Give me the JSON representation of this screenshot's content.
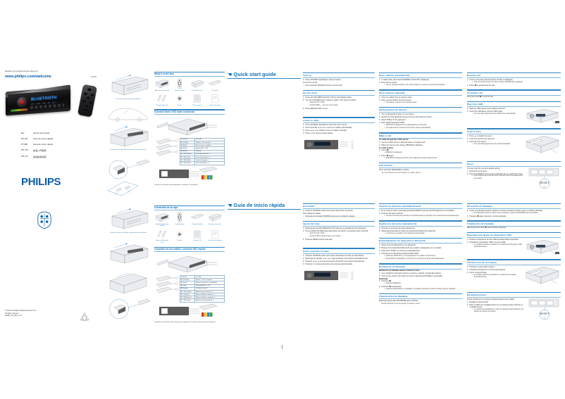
{
  "document": {
    "brand": "PHILIPS",
    "register_line": "Register your product and get support at",
    "website": "www.philips.com/welcome",
    "model": "CE152",
    "display_text": "BLUETOOTH",
    "display_sub": "MP3 · WMA · USB · SD · AUX",
    "copyright": [
      "© 2013 Koninklijke Philips Electronics N.V.",
      "All rights reserved.",
      "CE152_12_QSG_V1.0"
    ],
    "languages": [
      {
        "code": "EN",
        "name": "Quick start guide"
      },
      {
        "code": "ES-AR",
        "name": "Guía de inicio rápida"
      },
      {
        "code": "PT-BR",
        "name": "Guia de início rápido"
      },
      {
        "code": "ZH-TW",
        "name": "快速入門指南"
      },
      {
        "code": "ZH-CN",
        "name": "快速启用指南"
      }
    ]
  },
  "english": {
    "title": "Quick start guide",
    "box": {
      "heading": "What's in the box",
      "items": [
        {
          "caption": "Main unit\n(with sleeve)"
        },
        {
          "caption": "Remote\ncontrol"
        },
        {
          "caption": "Front panel\ncase"
        },
        {
          "caption": "Trim plate"
        },
        {
          "caption": "Release keys\n(x2)"
        },
        {
          "caption": "Screws"
        },
        {
          "caption": "ISO\nconnector"
        },
        {
          "caption": "Quick start\nguide"
        }
      ]
    },
    "wires": {
      "heading": "Connect wires: ISO male connector",
      "intro": "Connect the supplied wire harness to the car.",
      "note": "Note",
      "note_text": "Before installing, check the wiring of your car and the supplied wire harness.",
      "table_header": [
        "Connector",
        "Function"
      ],
      "rows": [
        {
          "c1": "A4 (Yellow)",
          "c2": "Battery +12V constant"
        },
        {
          "c1": "A5 (Blue)",
          "c2": "Auto antenna / amplifier"
        },
        {
          "c1": "A7 (Red)",
          "c2": "Ignition ACC +12V"
        },
        {
          "c1": "A8 (Black)",
          "c2": "Ground"
        },
        {
          "c1": "B1 / B2 (Purple)",
          "c2": "Rear right speaker +/-"
        },
        {
          "c1": "B3 / B4 (Grey)",
          "c2": "Front right speaker +/-"
        },
        {
          "c1": "B5 / B6 (White)",
          "c2": "Front left speaker +/-"
        },
        {
          "c1": "B7 / B8 (Green)",
          "c2": "Rear left speaker +/-"
        }
      ],
      "footer": "Connect the antenna and loudspeaker connectors as illustrated."
    },
    "turn_on": {
      "heading": "Turn on",
      "steps": [
        "Press SOURCE repeatedly to select a source.",
        "To turn the unit off:",
        "Press and hold SOURCE until the unit turns off."
      ]
    },
    "clock": {
      "heading": "Set the clock",
      "steps": [
        "Press and hold MENU/CLOCK until the clock display blinks.",
        "Turn the VOLUME knob to select an option, then press to confirm:",
        "[CLOCK 12H / 24H]",
        "[CLOCK SET] — set hour, then minute.",
        "Press MENU/CLOCK to exit."
      ]
    },
    "radio": {
      "heading": "Listen to radio",
      "steps": [
        "Press SOURCE repeatedly to select the tuner source.",
        "Press and hold ◄◄ / ►► to tune to a station automatically.",
        "Press ◄◄ / ►► briefly to tune to a station manually.",
        "Press 1–6 to select a preset station."
      ]
    },
    "store_auto": {
      "heading": "Store stations automatically",
      "steps": [
        "In radio mode, press and hold BAND until AUTO is displayed.",
        "Press AS to confirm.",
        "The six strongest stations in the current band are stored as presets automatically."
      ]
    },
    "store_manual": {
      "heading": "Store stations manually",
      "steps": [
        "Tune to a station that you want to store.",
        "Press a preset button for two seconds.",
        "The station is saved to the selected preset."
      ]
    },
    "pairing": {
      "heading": "Pairing bluetooth devices",
      "steps": [
        "Turn on Bluetooth function on your device.",
        "Search for other Bluetooth devices that can pair with your device.",
        "Select 'Philips' in the paring list.",
        "Enter default password '0000'.",
        "[PAIR OK] is displayed if the paired/pairing is successful.",
        "The paired device connects to the audio system automatically."
      ]
    },
    "make_call": {
      "heading": "Make a call",
      "sub1": "To redial through the mobile phone",
      "sub1_steps": [
        "Use the mobile phone to dial and make an outgoing call.",
        "When the phone is the ringing, [PHONE] is displayed."
      ],
      "sub2": "To redial number",
      "sub2_steps": [
        "Press ☎.",
        "[REDIAL] is displayed.",
        "Press ☎ again.",
        "[DIALING] is displayed and the unit is dialing the number detected last."
      ]
    },
    "call_transfer": {
      "heading": "Call transfer",
      "body": "Press and hold TRANSFER to confirm.",
      "sub": "You can transfer the conversation to mobile phone."
    },
    "receive_call": {
      "heading": "Receive call",
      "steps": [
        "If there is incoming call, the phone number is displayed.",
        "If the incoming call has no phone number, [PHONE IN] is displayed.",
        "Press ☎ to answer/end the call."
      ]
    },
    "terminate_call": {
      "heading": "Terminate call",
      "body": "Press and hold ☎ to end the call."
    },
    "usb": {
      "heading": "Play from USB",
      "steps": [
        "Slide the USB socket cover marked  to the left.",
        "Insert the USB device into the USB socket.",
        "The unit starts playing from the USB device automatically."
      ]
    },
    "card": {
      "heading": "Insert a card",
      "steps": [
        "Press ▲ to detach the panel.",
        "Insert the card into the card slot.",
        "Close the front panel.",
        "The unit starts playing from the card automatically."
      ]
    },
    "reset": {
      "heading": "Reset",
      "intro": "You can reset the unit to its default setting.",
      "steps": [
        "Detach the front panel.",
        "Press the RESET hole by using a ball-point pen to confirm the reset.",
        "Preset adjustments and all preset channels and sound adjustments are erased."
      ]
    }
  },
  "spanish": {
    "title": "Guía de inicio rápida",
    "box": {
      "heading": "Contenido de la caja",
      "items": [
        {
          "caption": "Unidad principal\n(con funda)"
        },
        {
          "caption": "Control remoto"
        },
        {
          "caption": "Placa del tablero"
        },
        {
          "caption": "Funda de\nextracción"
        },
        {
          "caption": "Llaves de\nliberación (x2)"
        },
        {
          "caption": "Tornillos"
        },
        {
          "caption": "Conector ISO"
        },
        {
          "caption": "Guía de inicio\nrápida"
        }
      ]
    },
    "wires": {
      "heading": "Conexión de los cables: conector ISO macho",
      "intro": "Conecte el mazo de cables suministrado al automóvil.",
      "note": "Nota",
      "note_text": "Antes de la instalación, revise el cableado del automóvil y el mazo de cables suministrado.",
      "table_header": [
        "Conector",
        "Función"
      ],
      "rows": [
        {
          "c1": "A4 (amarillo)",
          "c2": "Batería +12 V constante"
        },
        {
          "c1": "A5 (azul)",
          "c2": "Antena automática / amplificador"
        },
        {
          "c1": "A7 (rojo)",
          "c2": "Encendido ACC +12 V"
        },
        {
          "c1": "A8 (negro)",
          "c2": "Conexión a tierra"
        },
        {
          "c1": "B1 / B2 (violeta)",
          "c2": "Altavoz trasero derecho +/-"
        },
        {
          "c1": "B3 / B4 (gris)",
          "c2": "Altavoz delantero derecho +/-"
        },
        {
          "c1": "B5 / B6 (blanco)",
          "c2": "Altavoz delantero izquierdo +/-"
        },
        {
          "c1": "B7 / B8 (verde)",
          "c2": "Altavoz trasero izquierdo +/-"
        }
      ],
      "footer": "Conecte los conectores de la antena y los altavoces tal como se muestra en la ilustración."
    },
    "turn_on": {
      "heading": "Encendido",
      "steps": [
        "Presione SOURCE varias veces para seleccionar una fuente.",
        "Para apagar la unidad:",
        "Mantenga presionado SOURCE hasta que la unidad se apague."
      ]
    },
    "clock": {
      "heading": "Ajuste del reloj",
      "steps": [
        "Mantenga presionado MENU/CLOCK hasta que la pantalla del reloj parpadee.",
        "Gire la perilla VOLUME para seleccionar una opción y presiónela para confirmar:",
        "[CLOCK 12H / 24H]",
        "[CLOCK SET]: ajuste la hora y los minutos.",
        "Presione MENU/CLOCK para salir."
      ]
    },
    "radio": {
      "heading": "Cómo escuchar la radio",
      "steps": [
        "Presione SOURCE varias veces para seleccionar la fuente de sintonizador.",
        "Mantenga presionado ◄◄ / ►► para sintonizar una emisora automáticamente.",
        "Presione ◄◄ / ►► brevemente para sintonizar una emisora manualmente.",
        "Presione 1 a 6 para seleccionar una emisora presintonizada."
      ]
    },
    "store_auto": {
      "heading": "Guarde las emisoras automáticamente",
      "steps": [
        "En el modo de radio, mantenga presionado BAND hasta que [AUTO] aparezca en la pantalla.",
        "Presione AS para confirmar.",
        "Las seis emisoras más potentes de la banda actual se guardan como presintonías automáticamente."
      ]
    },
    "store_manual": {
      "heading": "Guarde las emisoras manualmente",
      "steps": [
        "Sintonice la emisora que desea almacenar.",
        "Mantenga presionado un botón de presintonía durante dos segundos.",
        "La emisora se guarda en la presintonía seleccionada."
      ]
    },
    "pairing": {
      "heading": "Emparejamiento de dispositivos Bluetooth",
      "steps": [
        "Active la función Bluetooth en su dispositivo.",
        "Busque otros dispositivos Bluetooth que puedan emparejarse con su unidad.",
        "Seleccione 'Philips' en la lista de emparejamiento.",
        "Introduzca la contraseña predeterminada '0000'.",
        "Aparecerá [PAIR OK] si el emparejamiento se realiza correctamente.",
        "El dispositivo emparejado se conecta con el sistema de audio automáticamente."
      ]
    },
    "make_call": {
      "heading": "Realización de llamadas",
      "sub1": "Realización de llamadas desde el teléfono móvil",
      "sub1_steps": [
        "Use el teléfono móvil para marcar un número y realizar una llamada saliente.",
        "Una vez que termine de marcar el número, aparecerá [PHONE] en la pantalla."
      ],
      "sub2": "Rellamada",
      "sub2_steps": [
        "Presione ☎.",
        "Aparecerá [REDIAL].",
        "Presione ☎ nuevamente.",
        "Aparecerá [DIALING] en la pantalla y la unidad comenzará a marcar el último número realizado."
      ]
    },
    "call_transfer": {
      "heading": "Transferencia de llamadas",
      "body": "Mantenga presionado TRANSFER para confirmar.",
      "sub": "Puede transferir la conversación al teléfono móvil."
    },
    "receive_call": {
      "heading": "Recepción de llamadas",
      "steps": [
        "Si hay una llamada entrante, aparece el número telefónico desde el que se realiza la llamada.",
        "Si la llamada entrante no tiene número telefónico, aparecerá [PHONE IN] en la pantalla.",
        "Presione ☎ para contestar o cortar la llamada."
      ]
    },
    "terminate_call": {
      "heading": "Finalización de llamadas",
      "body": "Mantenga presionado ☎ para finalizar la llamada."
    },
    "usb": {
      "heading": "Reproducción desde un dispositivo USB",
      "steps": [
        "Deslice la cubierta de la toma USB marcada hacia la izquierda.",
        "Introduzca el dispositivo USB en la toma USB.",
        "La unidad comienza a reproducir el contenido del dispositivo USB automáticamente."
      ]
    },
    "card": {
      "heading": "Introducción de una tarjeta",
      "steps": [
        "Presione ▲ para soltar el panel.",
        "Introduzca la tarjeta en la ranura para tarjetas.",
        "Cierre el panel frontal.",
        "La unidad comienza a reproducir el contenido de la tarjeta automáticamente."
      ]
    },
    "reset": {
      "heading": "Restablecimiento",
      "intro": "Puede restablecer los ajustes predeterminados de la unidad.",
      "steps": [
        "Extraiga el panel frontal.",
        "Para el orificio de restablecimiento con un lapicera para confirmar el restablecimiento.",
        "Los ajustes preestablecidos, todos los canales presintonizados y los ajustes de sonido se borrarán."
      ]
    }
  },
  "figures": {
    "install_captions": [
      "Insert the sleeve into the dashboard.",
      "Bend the tabs outward to secure the sleeve.",
      "Connect wires and slide the main unit into the sleeve.",
      "Attach the trim plate.",
      "Use the release keys to remove the unit."
    ],
    "reset_label": "RESET"
  },
  "colors": {
    "brand_blue": "#0a5ea8",
    "heading_blue": "#0b6fb8",
    "rule_blue": "#7fb4da",
    "text": "#2b2b2b"
  }
}
